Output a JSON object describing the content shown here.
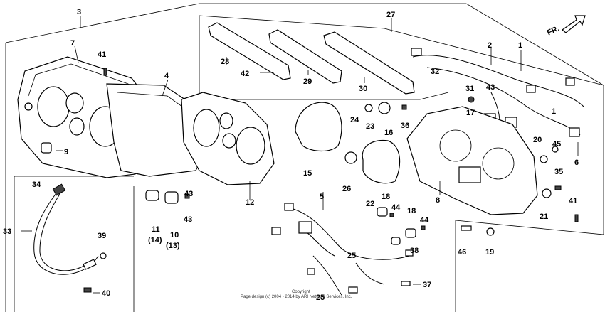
{
  "direction_label": "FR.",
  "callouts": {
    "c1a": "1",
    "c1b": "1",
    "c2": "2",
    "c3": "3",
    "c4": "4",
    "c5": "5",
    "c6": "6",
    "c7": "7",
    "c8": "8",
    "c9": "9",
    "c10": "10",
    "c10sub": "(13)",
    "c11": "11",
    "c11sub": "(14)",
    "c12": "12",
    "c15": "15",
    "c16": "16",
    "c17": "17",
    "c18a": "18",
    "c18b": "18",
    "c19": "19",
    "c20": "20",
    "c21": "21",
    "c22": "22",
    "c23": "23",
    "c24": "24",
    "c25a": "25",
    "c25b": "25",
    "c26": "26",
    "c27": "27",
    "c28": "28",
    "c29": "29",
    "c30": "30",
    "c31": "31",
    "c32": "32",
    "c33": "33",
    "c34": "34",
    "c35": "35",
    "c36": "36",
    "c37": "37",
    "c38": "38",
    "c39": "39",
    "c40": "40",
    "c41a": "41",
    "c41b": "41",
    "c42": "42",
    "c43a": "43",
    "c43b": "43",
    "c44a": "44",
    "c44b": "44",
    "c45": "45",
    "c46": "46"
  },
  "copyright_line1": "Copyright",
  "copyright_line2": "Page design (c) 2004 - 2014 by ARI Network Services, Inc."
}
